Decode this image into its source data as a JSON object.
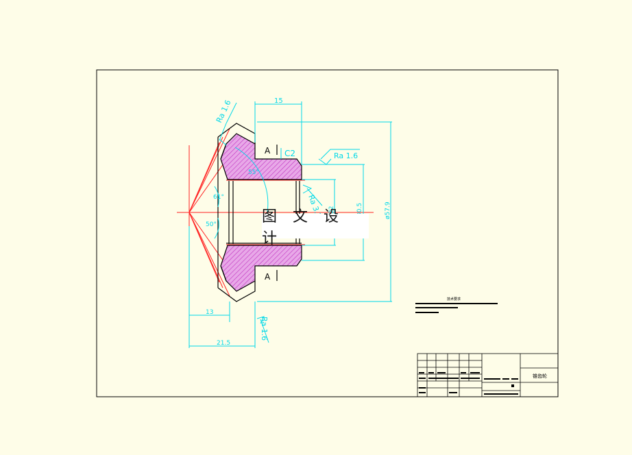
{
  "drawing": {
    "dims": {
      "width_top": "15",
      "chamfer": "C2",
      "angle_top": "61°",
      "angle_bottom": "50°",
      "angle_face": "55°",
      "dim_22": "22",
      "dim_30_5": "30.5",
      "dia_57_9": "ø57.9",
      "dim_13": "13",
      "dim_21_5": "21.5"
    },
    "roughness": {
      "top_left": "Ra 1.6",
      "top_right": "Ra 1.6",
      "bore": "Ra 3.2",
      "bottom": "Ra 1.6"
    },
    "section_labels": {
      "top": "A",
      "bottom": "A"
    }
  },
  "watermark": "图 文 设 计",
  "notes": {
    "title": "技术要求"
  },
  "title_block": {
    "part_name": "锥齿轮"
  },
  "colors": {
    "background": "#fefde8",
    "dimension": "#00d8e8",
    "hatch": "#d040d0",
    "centerline": "#ff2020",
    "outline": "#000000"
  }
}
